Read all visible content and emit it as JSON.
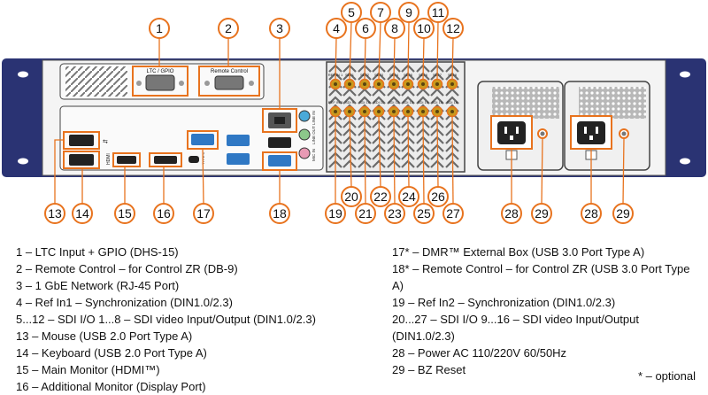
{
  "panel": {
    "ltc_label": "LTC / GPIO",
    "remote_label": "Remote Control",
    "line_in": "LINE IN",
    "line_out": "LINE OUT",
    "mic_in": "MIC IN",
    "hdmi": "HDMI",
    "type_c": "TYPE C",
    "sdi_labels_top": [
      "REF IN 1",
      "SDI 1",
      "SDI 2",
      "SDI 3",
      "SDI 4",
      "SDI 5",
      "SDI 6",
      "SDI 7",
      "SDI 8"
    ],
    "sdi_labels_bottom": [
      "REF IN 2",
      "SDI 9",
      "SDI 10",
      "SDI 11",
      "SDI 12",
      "SDI 13",
      "SDI 14",
      "SDI 15",
      "SDI 16"
    ]
  },
  "callouts": [
    "1",
    "2",
    "3",
    "4",
    "5",
    "6",
    "7",
    "8",
    "9",
    "10",
    "11",
    "12",
    "13",
    "14",
    "15",
    "16",
    "17",
    "18",
    "19",
    "20",
    "21",
    "22",
    "23",
    "24",
    "25",
    "26",
    "27",
    "28",
    "29",
    "28",
    "29"
  ],
  "legend_left": [
    "1 – LTC Input + GPIO (DHS-15)",
    "2 – Remote Control – for Control ZR (DB-9)",
    "3 – 1 GbE Network (RJ-45 Port)",
    "4 – Ref In1 – Synchronization (DIN1.0/2.3)",
    "5...12 – SDI I/O 1...8 – SDI video Input/Output (DIN1.0/2.3)",
    "13 – Mouse (USB 2.0 Port Type A)",
    "14 – Keyboard (USB 2.0 Port Type A)",
    "15 – Main Monitor (HDMI™)",
    "16 – Additional Monitor (Display Port)"
  ],
  "legend_right": [
    "17* – DMR™ External Box (USB 3.0 Port Type A)",
    "18* – Remote Control – for Control ZR (USB 3.0 Port Type A)",
    "19 – Ref In2 – Synchronization (DIN1.0/2.3)",
    "20...27 – SDI I/O 9...16 – SDI video Input/Output (DIN1.0/2.3)",
    "28 – Power AC 110/220V 60/50Hz",
    "29 – BZ Reset"
  ],
  "note": "* – optional",
  "colors": {
    "accent": "#e8731e",
    "frame": "#2a3373",
    "usb3": "#2f78c4",
    "audio_blue": "#4aa9d9",
    "audio_green": "#8cc88a",
    "audio_pink": "#e89ab4",
    "gold": "#c99a1d"
  }
}
